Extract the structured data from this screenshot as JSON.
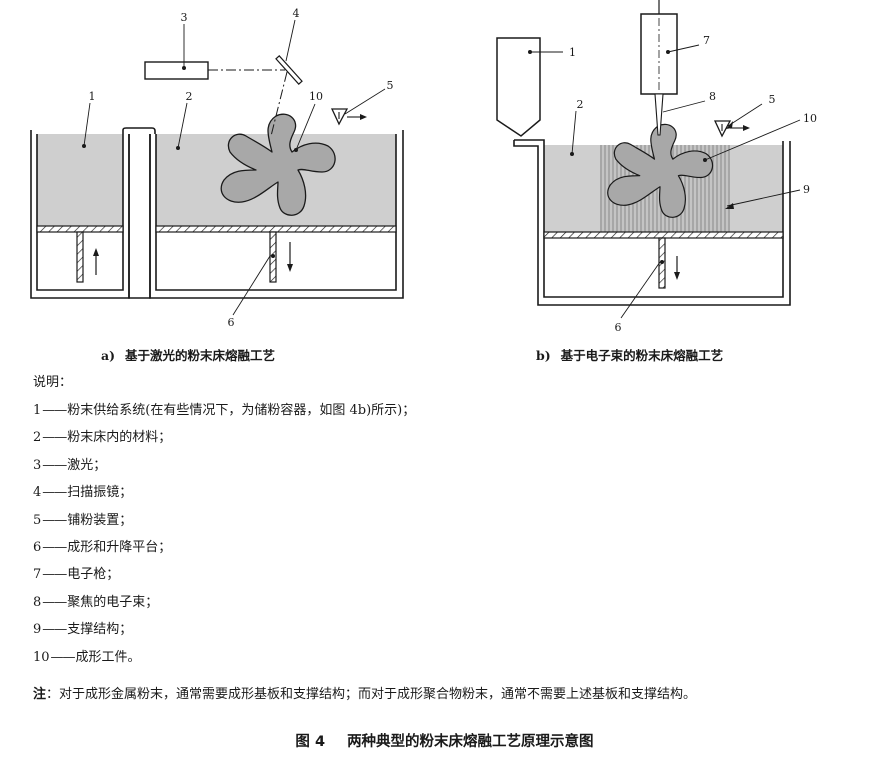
{
  "diagram": {
    "panel_a": {
      "callouts": [
        "1",
        "2",
        "3",
        "4",
        "5",
        "6",
        "10"
      ],
      "caption_letter": "a)",
      "caption": "基于激光的粉末床熔融工艺"
    },
    "panel_b": {
      "callouts": [
        "1",
        "2",
        "5",
        "6",
        "7",
        "8",
        "9",
        "10"
      ],
      "caption_letter": "b)",
      "caption": "基于电子束的粉末床熔融工艺"
    },
    "colors": {
      "powder": "#cfcfcf",
      "part": "#a8a8a8",
      "line": "#1a1a1a"
    }
  },
  "legend": {
    "title": "说明：",
    "items": [
      {
        "num": "1",
        "dash": "——",
        "text": "粉末供给系统(在有些情况下，为储粉容器，如图 4b)所示)；"
      },
      {
        "num": "2",
        "dash": "——",
        "text": "粉末床内的材料；"
      },
      {
        "num": "3",
        "dash": "——",
        "text": "激光；"
      },
      {
        "num": "4",
        "dash": "——",
        "text": "扫描振镜；"
      },
      {
        "num": "5",
        "dash": "——",
        "text": "铺粉装置；"
      },
      {
        "num": "6",
        "dash": "——",
        "text": "成形和升降平台；"
      },
      {
        "num": "7",
        "dash": "——",
        "text": "电子枪；"
      },
      {
        "num": "8",
        "dash": "——",
        "text": "聚焦的电子束；"
      },
      {
        "num": "9",
        "dash": "——",
        "text": "支撑结构；"
      },
      {
        "num": "10",
        "dash": "——",
        "text": "成形工件。"
      }
    ]
  },
  "note": {
    "label": "注",
    "text": "：对于成形金属粉末，通常需要成形基板和支撑结构；而对于成形聚合物粉末，通常不需要上述基板和支撑结构。"
  },
  "figure_title": {
    "number": "图 4",
    "text": "两种典型的粉末床熔融工艺原理示意图"
  }
}
